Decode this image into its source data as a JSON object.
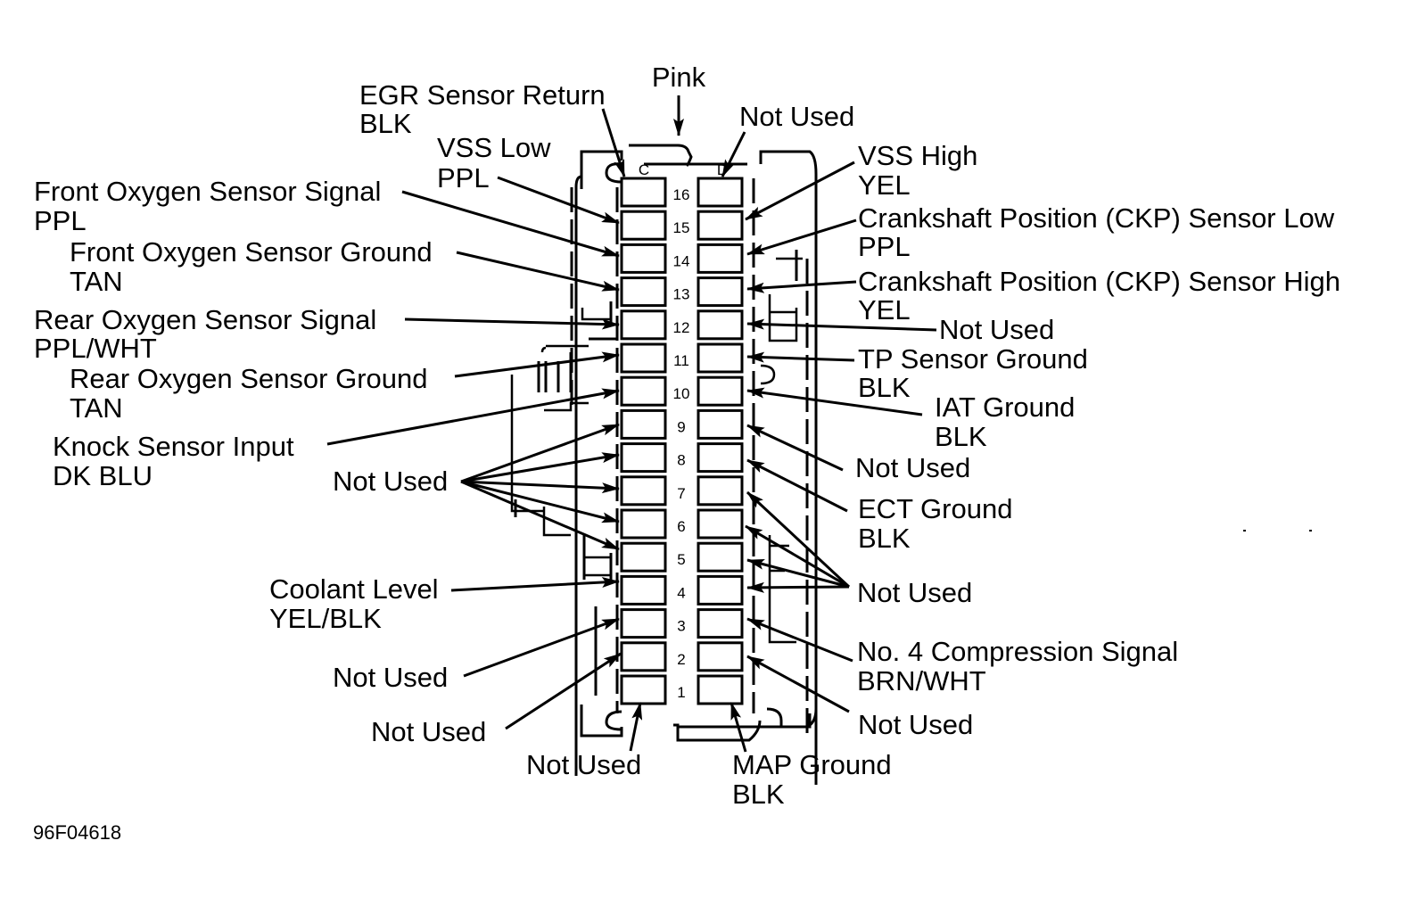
{
  "diagram": {
    "figure_id": "96F04618",
    "connector": {
      "color_label": "Pink",
      "columns": [
        "C",
        "D"
      ],
      "pin_numbers": [
        "16",
        "15",
        "14",
        "13",
        "12",
        "11",
        "10",
        "9",
        "8",
        "7",
        "6",
        "5",
        "4",
        "3",
        "2",
        "1"
      ]
    },
    "left_callouts": [
      {
        "id": "egr-return",
        "lines": [
          "EGR Sensor Return",
          "BLK"
        ],
        "cavity": "C16"
      },
      {
        "id": "vss-low",
        "lines": [
          "VSS Low",
          "PPL"
        ],
        "cavity": "C15"
      },
      {
        "id": "front-o2-signal",
        "lines": [
          "Front Oxygen Sensor Signal",
          "PPL"
        ],
        "cavity": "C14"
      },
      {
        "id": "front-o2-ground",
        "lines": [
          "Front Oxygen Sensor Ground",
          "TAN"
        ],
        "cavity": "C13"
      },
      {
        "id": "rear-o2-signal",
        "lines": [
          "Rear Oxygen Sensor Signal",
          "PPL/WHT"
        ],
        "cavity": "C12"
      },
      {
        "id": "rear-o2-ground",
        "lines": [
          "Rear Oxygen Sensor Ground",
          "TAN"
        ],
        "cavity": "C11"
      },
      {
        "id": "knock-sensor",
        "lines": [
          "Knock Sensor Input",
          "DK BLU"
        ],
        "cavity": "C10"
      },
      {
        "id": "left-not-used-group",
        "lines": [
          "Not Used"
        ],
        "cavity": "C9, C8, C7, C6, C5"
      },
      {
        "id": "coolant-level",
        "lines": [
          "Coolant Level",
          "YEL/BLK"
        ],
        "cavity": "C4"
      },
      {
        "id": "left-not-used-c3",
        "lines": [
          "Not Used"
        ],
        "cavity": "C3"
      },
      {
        "id": "left-not-used-c2",
        "lines": [
          "Not Used"
        ],
        "cavity": "C2"
      },
      {
        "id": "bottom-not-used-c1",
        "lines": [
          "Not Used"
        ],
        "cavity": "C1"
      }
    ],
    "right_callouts": [
      {
        "id": "top-not-used-d16",
        "lines": [
          "Not Used"
        ],
        "cavity": "D16"
      },
      {
        "id": "vss-high",
        "lines": [
          "VSS High",
          "YEL"
        ],
        "cavity": "D15"
      },
      {
        "id": "ckp-low",
        "lines": [
          "Crankshaft Position (CKP) Sensor Low",
          "PPL"
        ],
        "cavity": "D14"
      },
      {
        "id": "ckp-high",
        "lines": [
          "Crankshaft Position (CKP) Sensor High",
          "YEL"
        ],
        "cavity": "D13"
      },
      {
        "id": "right-not-used-d12",
        "lines": [
          "Not Used"
        ],
        "cavity": "D12"
      },
      {
        "id": "tp-ground",
        "lines": [
          "TP Sensor Ground",
          "BLK"
        ],
        "cavity": "D11"
      },
      {
        "id": "iat-ground",
        "lines": [
          "IAT Ground",
          "BLK"
        ],
        "cavity": "D10"
      },
      {
        "id": "right-not-used-d9",
        "lines": [
          "Not Used"
        ],
        "cavity": "D9"
      },
      {
        "id": "ect-ground",
        "lines": [
          "ECT Ground",
          "BLK"
        ],
        "cavity": "D8"
      },
      {
        "id": "right-not-used-group",
        "lines": [
          "Not Used"
        ],
        "cavity": "D7, D6, D5, D4"
      },
      {
        "id": "no4-compression",
        "lines": [
          "No. 4 Compression Signal",
          "BRN/WHT"
        ],
        "cavity": "D3"
      },
      {
        "id": "right-not-used-d2",
        "lines": [
          "Not Used"
        ],
        "cavity": "D2"
      },
      {
        "id": "map-ground",
        "lines": [
          "MAP Ground",
          "BLK"
        ],
        "cavity": "D1"
      }
    ]
  }
}
